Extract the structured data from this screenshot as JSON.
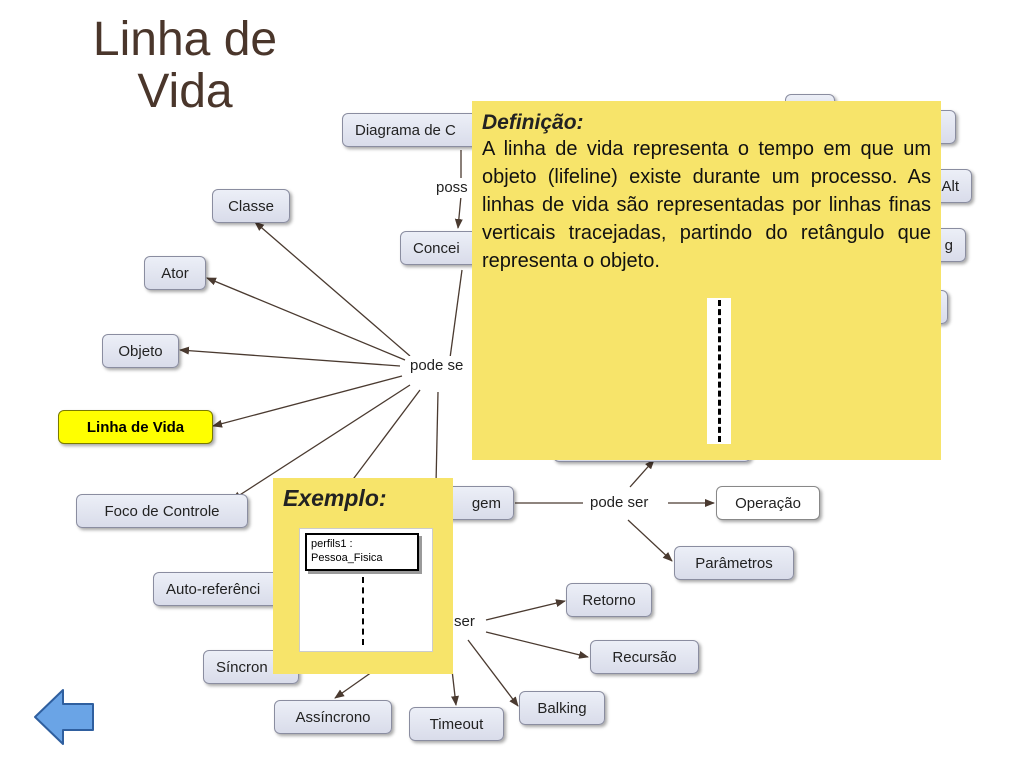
{
  "slide": {
    "title_line1": "Linha de",
    "title_line2": "Vida"
  },
  "nodes": {
    "diagrama": "Diagrama de C",
    "classe": "Classe",
    "ator": "Ator",
    "conceito": "Concei",
    "objeto": "Objeto",
    "linha_vida": "Linha de Vida",
    "foco": "Foco de Controle",
    "mensagem": "gem",
    "operacao": "Operação",
    "parametros": "Parâmetros",
    "auto": "Auto-referênci",
    "retorno": "Retorno",
    "sincrono": "Síncron",
    "recursao": "Recursão",
    "assincrono": "Assíncrono",
    "timeout": "Timeout",
    "balking": "Balking",
    "alt": "Alt",
    "g": "g"
  },
  "phrases": {
    "possui": "poss",
    "pode_ser_1": "pode se",
    "pode_ser_2": "pode ser",
    "pode_ser_3": "ser"
  },
  "definition": {
    "title": "Definição:",
    "text": "A linha de vida representa o tempo em que um objeto (lifeline) existe durante um processo. As linhas de vida são representadas por linhas finas verticais tracejadas, partindo do retângulo que representa o objeto."
  },
  "example": {
    "title": "Exemplo:",
    "obj_line1": "perfils1 :",
    "obj_line2": "Pessoa_Fisica"
  },
  "colors": {
    "panel": "#f7e46a",
    "highlight": "#ffff00",
    "node": "#dcdfec",
    "arrow": "#4a3a30",
    "back_arrow": "#6aa4e6"
  },
  "icons": {
    "back": "left-arrow-icon"
  }
}
